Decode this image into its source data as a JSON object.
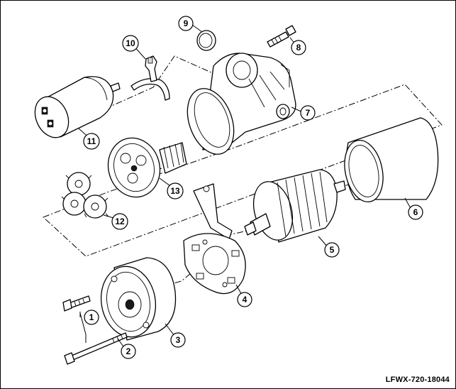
{
  "figure_code": "LFWX-720-18044",
  "callouts": [
    {
      "id": "c1",
      "label": "1"
    },
    {
      "id": "c2",
      "label": "2"
    },
    {
      "id": "c3",
      "label": "3"
    },
    {
      "id": "c4",
      "label": "4"
    },
    {
      "id": "c5",
      "label": "5"
    },
    {
      "id": "c6",
      "label": "6"
    },
    {
      "id": "c7",
      "label": "7"
    },
    {
      "id": "c8",
      "label": "8"
    },
    {
      "id": "c9",
      "label": "9"
    },
    {
      "id": "c10",
      "label": "10"
    },
    {
      "id": "c11",
      "label": "11"
    },
    {
      "id": "c12",
      "label": "12"
    },
    {
      "id": "c13",
      "label": "13"
    }
  ]
}
